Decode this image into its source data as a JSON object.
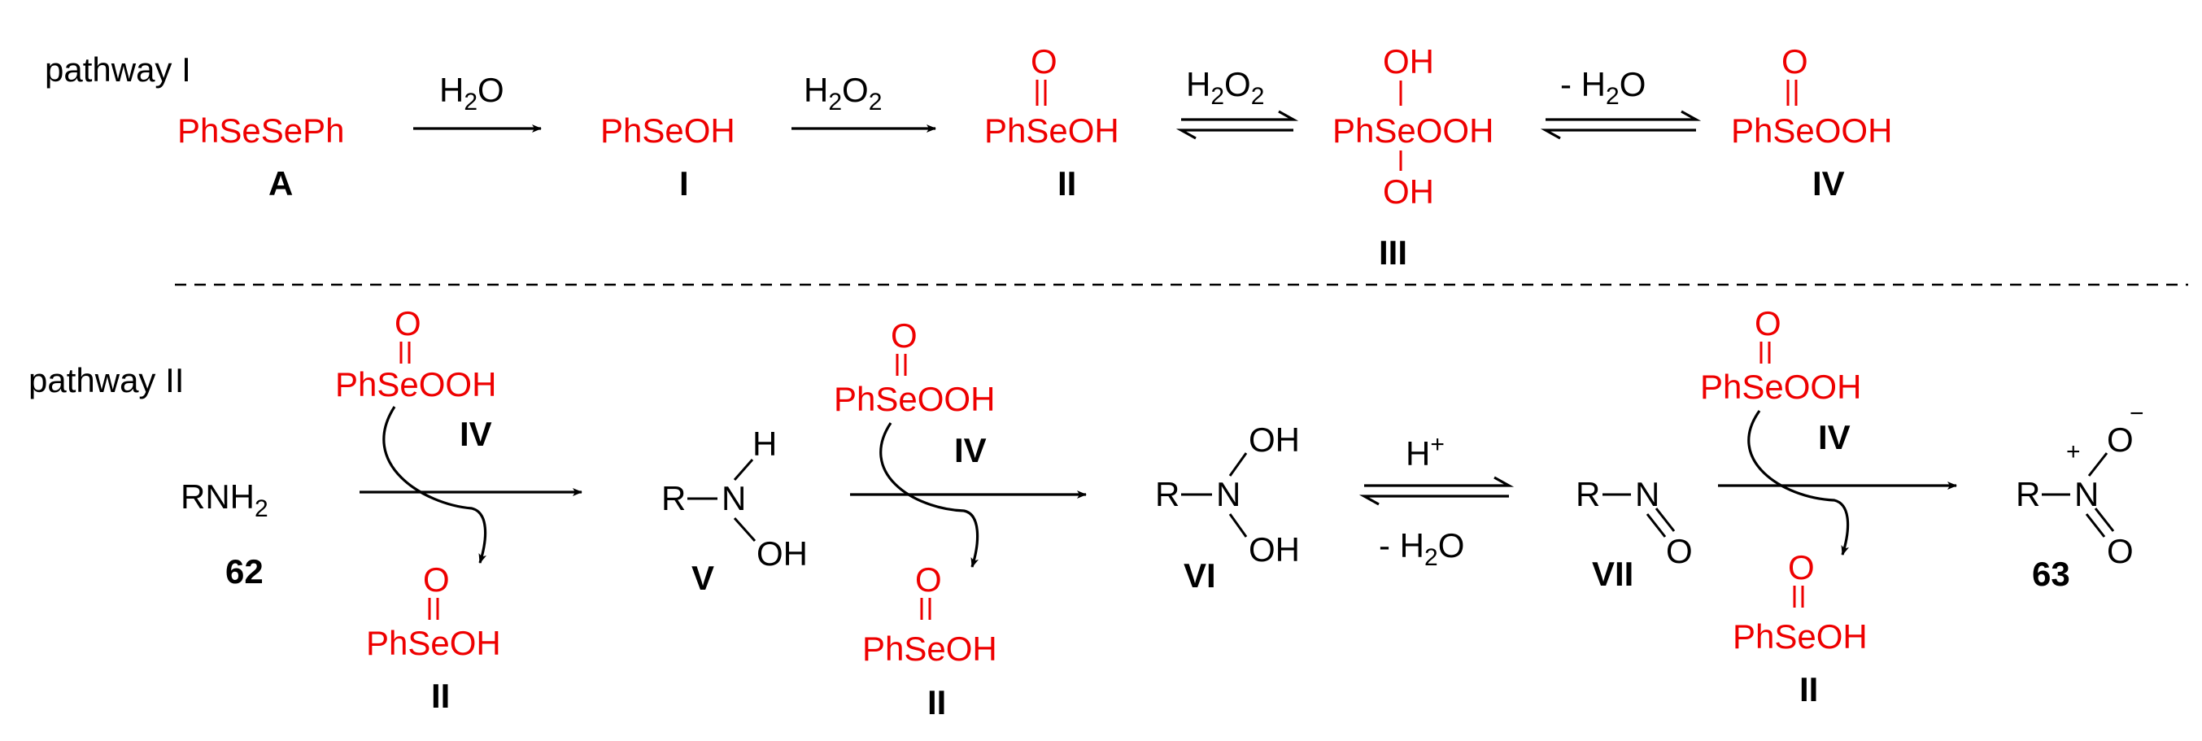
{
  "pathway1": {
    "label": "pathway I",
    "A": "PhSeSePh",
    "A_id": "A",
    "r1_main": "H",
    "r1_sub": "2",
    "r1_tail": "O",
    "I": "PhSeOH",
    "I_id": "I",
    "r2_main": "H",
    "r2_sub1": "2",
    "r2_mid": "O",
    "r2_sub2": "2",
    "II_top": "O",
    "II": "PhSeOH",
    "II_id": "II",
    "r3_main": "H",
    "r3_sub1": "2",
    "r3_mid": "O",
    "r3_sub2": "2",
    "III_top": "OH",
    "III": "PhSeOOH",
    "III_bot": "OH",
    "III_id": "III",
    "r4_main": "- H",
    "r4_sub": "2",
    "r4_tail": "O",
    "IV_top": "O",
    "IV": "PhSeOOH",
    "IV_id": "IV"
  },
  "pathway2": {
    "label": "pathway II",
    "amine_main": "RNH",
    "amine_sub": "2",
    "amine_id": "62",
    "ox1_top": "O",
    "ox1": "PhSeOOH",
    "ox1_id": "IV",
    "red1_top": "O",
    "red1": "PhSeOH",
    "red1_id": "II",
    "V_R": "R",
    "V_N": "N",
    "V_H": "H",
    "V_OH": "OH",
    "V_id": "V",
    "ox2_top": "O",
    "ox2": "PhSeOOH",
    "ox2_id": "IV",
    "red2_top": "O",
    "red2": "PhSeOH",
    "red2_id": "II",
    "VI_R": "R",
    "VI_N": "N",
    "VI_OH1": "OH",
    "VI_OH2": "OH",
    "VI_id": "VI",
    "eq_top_main": "H",
    "eq_top_sup": "+",
    "eq_bot_main": "- H",
    "eq_bot_sub": "2",
    "eq_bot_tail": "O",
    "VII_R": "R",
    "VII_N": "N",
    "VII_O": "O",
    "VII_id": "VII",
    "ox3_top": "O",
    "ox3": "PhSeOOH",
    "ox3_id": "IV",
    "red3_top": "O",
    "red3": "PhSeOH",
    "red3_id": "II",
    "p_R": "R",
    "p_N": "N",
    "p_plus": "+",
    "p_O1": "O",
    "p_minus": "−",
    "p_O2": "O",
    "p_id": "63"
  },
  "colors": {
    "reagent": "#ee0000",
    "ink": "#000000"
  }
}
